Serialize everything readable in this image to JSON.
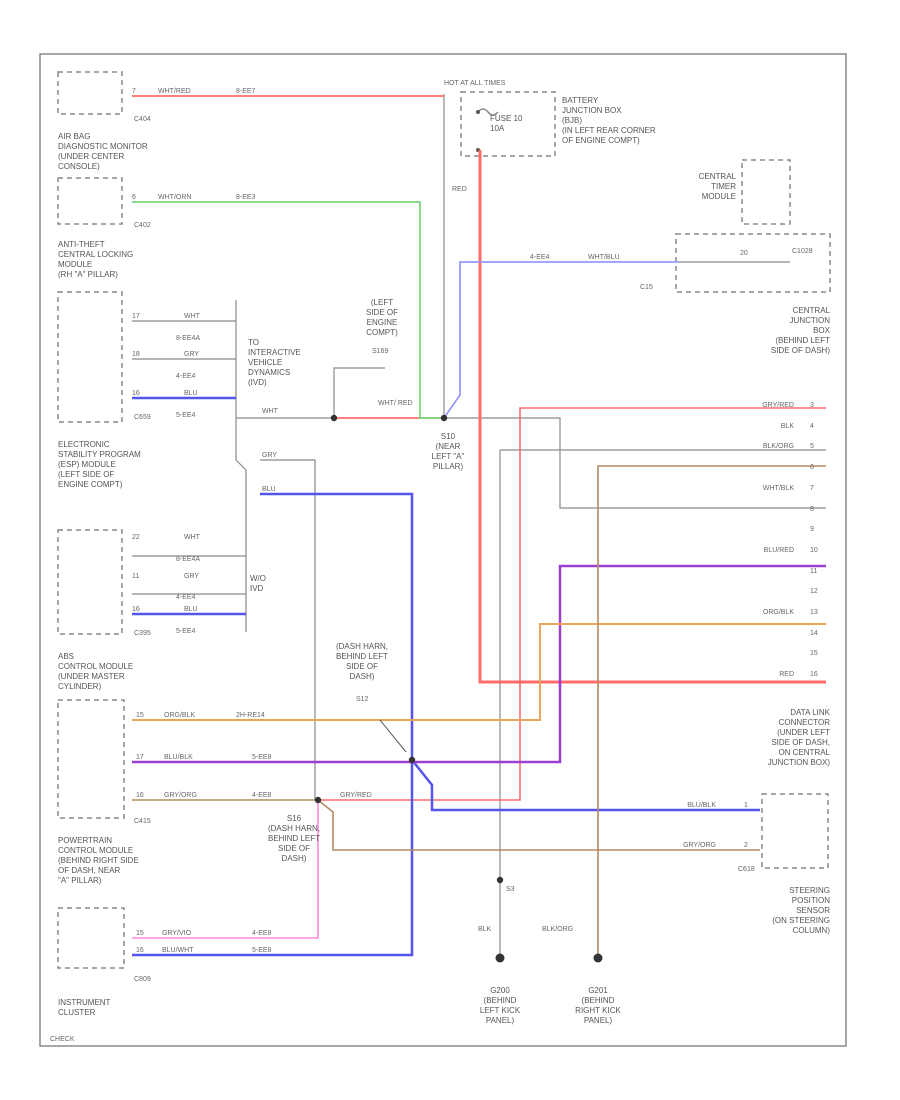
{
  "diagram_code": "CHECK",
  "colors": {
    "red": "#ff6b6b",
    "green": "#7ed67e",
    "blue": "#5555ee",
    "purple": "#9b3fd1",
    "orange": "#e9a55a",
    "brown": "#b58860",
    "pink": "#ff88dd",
    "lt_blue": "#9999ff",
    "gray": "#8a8a8a",
    "border": "#8a8a8a",
    "text": "#555555"
  },
  "components": {
    "airbag": {
      "name": "AIR BAG\nDIAGNOSTIC MONITOR\n(UNDER CENTER\nCONSOLE)",
      "connector": "C404"
    },
    "antitheft": {
      "name": "ANTI-THEFT\nCENTRAL LOCKING\nMODULE\n(RH \"A\" PILLAR)",
      "connector": "C402"
    },
    "esp": {
      "name": "ELECTRONIC\nSTABILITY PROGRAM\n(ESP) MODULE\n(LEFT SIDE OF\nENGINE COMPT)",
      "connector": "C659"
    },
    "abs": {
      "name": "ABS\nCONTROL MODULE\n(UNDER MASTER\nCYLINDER)",
      "connector": "C395"
    },
    "pcm": {
      "name": "POWERTRAIN\nCONTROL MODULE\n(BEHIND RIGHT SIDE\nOF DASH, NEAR\n\"A\" PILLAR)",
      "connector": "C415"
    },
    "cluster": {
      "name": "INSTRUMENT\nCLUSTER",
      "connector": "C809"
    },
    "battery_box": {
      "header": "HOT AT ALL TIMES",
      "fuse": "FUSE 10\n10A",
      "name": "BATTERY\nJUNCTION BOX\n(BJB)\n(IN LEFT REAR CORNER\nOF ENGINE COMPT)"
    },
    "timer": {
      "name": "CENTRAL\nTIMER\nMODULE"
    },
    "cjb": {
      "name": "CENTRAL\nJUNCTION\nBOX\n(BEHIND LEFT\nSIDE OF DASH)",
      "connector": "C1028",
      "pin": "20",
      "conn2": "C15"
    },
    "dlc": {
      "name": "DATA LINK\nCONNECTOR\n(UNDER LEFT\nSIDE OF DASH,\nON CENTRAL\nJUNCTION BOX)",
      "connector": "C618"
    },
    "steering": {
      "name": "STEERING\nPOSITION\nSENSOR\n(ON STEERING\nCOLUMN)"
    },
    "ivd_top": {
      "name": "TO\nINTERACTIVE\nVEHICLE\nDYNAMICS\n(IVD)"
    },
    "ivd_bottom": {
      "name": "W/O\nIVD"
    }
  },
  "splices": {
    "s_left_engine": {
      "name": "(LEFT\nSIDE OF\nENGINE\nCOMPT)",
      "id": "S169"
    },
    "s_near_pillar": {
      "name": "S10\n(NEAR\nLEFT \"A\"\nPILLAR)"
    },
    "s_dash_top": {
      "name": "(DASH HARN,\nBEHIND LEFT\nSIDE OF\nDASH)",
      "id": "S12"
    },
    "s_dash_bottom": {
      "name": "S16\n(DASH HARN,\nBEHIND LEFT\nSIDE OF\nDASH)"
    },
    "s_ground": {
      "id": "S3"
    }
  },
  "grounds": [
    {
      "id": "G200",
      "name": "G200\n(BEHIND\nLEFT KICK\nPANEL)",
      "wire": "BLK"
    },
    {
      "id": "G201",
      "name": "G201\n(BEHIND\nRIGHT KICK\nPANEL)",
      "wire": "BLK/ORG"
    }
  ],
  "wires": {
    "airbag_pin": "7",
    "airbag_color": "WHT/RED",
    "airbag_circuit": "8-EE7",
    "antitheft_pin": "6",
    "antitheft_color": "WHT/ORN",
    "antitheft_circuit": "8-EE3",
    "esp_pins": [
      "17",
      "18",
      "16"
    ],
    "esp_colors": [
      "WHT",
      "GRY",
      "BLU"
    ],
    "esp_circuits": [
      "8-EE4A",
      "4-EE4"
    ],
    "esp_bottom_circuit": "5-EE4",
    "abs_pins": [
      "22",
      "11",
      "16"
    ],
    "abs_colors": [
      "WHT",
      "GRY",
      "BLU"
    ],
    "abs_circuits": [
      "8-EE4A",
      "4-EE4"
    ],
    "abs_bottom_circuit": "5-EE4",
    "pcm_pins": [
      "15",
      "17",
      "16"
    ],
    "pcm_colors": [
      "ORG/BLK",
      "BLU/BLK",
      "GRY/ORG"
    ],
    "pcm_circuits": [
      "2H-RE14",
      "5-EE8",
      "4-EE8"
    ],
    "cluster_pins": [
      "15",
      "16"
    ],
    "cluster_colors": [
      "GRY/VIO",
      "BLU/WHT"
    ],
    "cluster_circuits": [
      "4-EE8",
      "5-EE8"
    ],
    "cjb_blue_circuit": "4-EE4",
    "cjb_blue_color": "WHT/BLU",
    "wht_left": "WHT",
    "wht_red": "WHT/\nRED",
    "gry_label": "GRY",
    "blu_label": "BLU",
    "red_vertical": "RED"
  },
  "cjb_pins": [
    {
      "pin": "3",
      "color": "GRY/RED"
    },
    {
      "pin": "4",
      "color": "BLK"
    },
    {
      "pin": "5",
      "color": "BLK/ORG"
    },
    {
      "pin": "6",
      "color": ""
    },
    {
      "pin": "7",
      "color": "WHT/BLK"
    },
    {
      "pin": "8",
      "color": ""
    },
    {
      "pin": "9",
      "color": ""
    },
    {
      "pin": "10",
      "color": "BLU/RED"
    },
    {
      "pin": "11",
      "color": ""
    },
    {
      "pin": "12",
      "color": ""
    },
    {
      "pin": "13",
      "color": "ORG/BLK"
    },
    {
      "pin": "14",
      "color": ""
    },
    {
      "pin": "15",
      "color": ""
    },
    {
      "pin": "16",
      "color": "RED"
    }
  ],
  "dlc_pins": [
    {
      "pin": "1",
      "color": "BLU/BLK"
    },
    {
      "pin": "2",
      "color": "GRY/ORG"
    }
  ]
}
